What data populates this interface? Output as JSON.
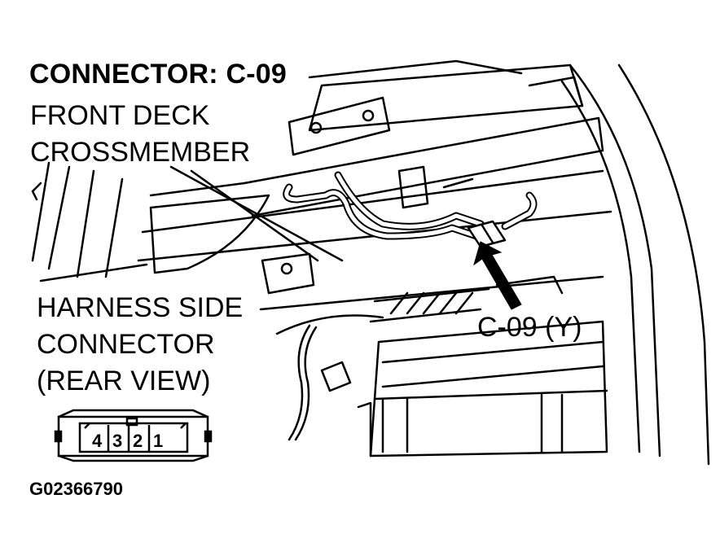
{
  "connector_title": "CONNECTOR: C-09",
  "location_label": {
    "line1": "FRONT DECK",
    "line2": "CROSSMEMBER"
  },
  "view_label": {
    "line1": "HARNESS SIDE",
    "line2": "CONNECTOR",
    "line3": "(REAR VIEW)"
  },
  "connector_callout": "C-09 (Y)",
  "connector_pins": [
    "4",
    "3",
    "2",
    "1"
  ],
  "figure_id": "G02366790",
  "colors": {
    "line": "#000000",
    "background": "#ffffff"
  }
}
